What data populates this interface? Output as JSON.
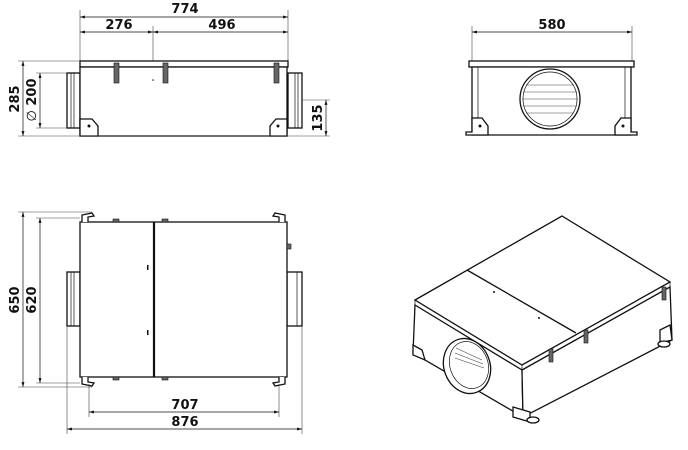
{
  "title": "Ventilation unit dimensional drawing",
  "side_view": {
    "overall_length": "774",
    "left_part": "276",
    "right_part": "496",
    "height": "285",
    "duct_diameter_symbol": "∅",
    "duct_diameter": "200",
    "duct_axis_height": "135"
  },
  "front_view": {
    "width": "580"
  },
  "top_view": {
    "overall_width": "650",
    "body_width": "620",
    "mount_spacing": "707",
    "overall_length": "876"
  },
  "iso_view": {}
}
